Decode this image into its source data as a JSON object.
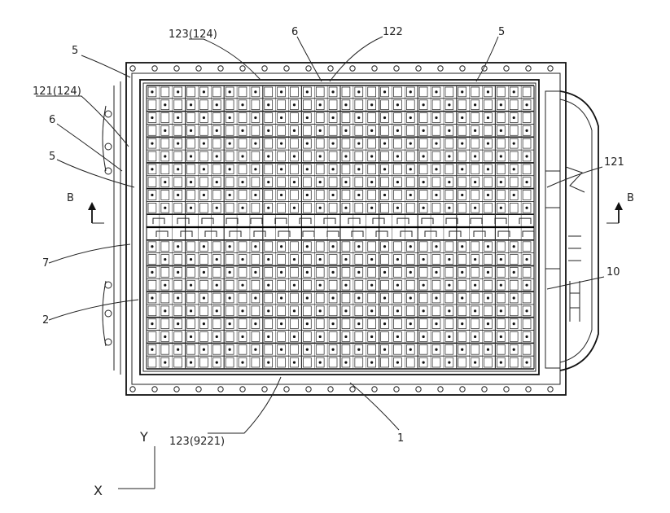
{
  "labels": {
    "top_123_124": "123(124)",
    "top_6": "6",
    "top_122": "122",
    "top_5_right": "5",
    "left_5_top": "5",
    "left_121_124": "121(124)",
    "left_6": "6",
    "left_5_mid": "5",
    "left_7": "7",
    "left_2": "2",
    "right_121": "121",
    "right_10": "10",
    "bottom_123_9221": "123(9221)",
    "bottom_1": "1",
    "section_left_b": "B",
    "section_right_b": "B",
    "axis_y": "Y",
    "axis_x": "X"
  }
}
